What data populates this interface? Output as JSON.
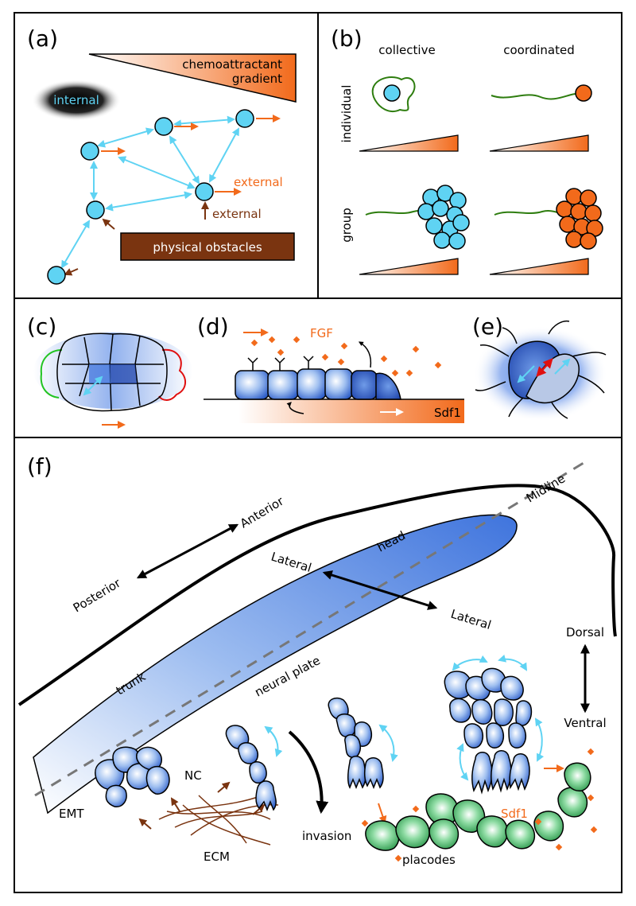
{
  "panels": {
    "a": {
      "label": "(a)",
      "gradient_label_1": "chemoattractant",
      "gradient_label_2": "gradient",
      "internal": "internal",
      "external_1": "external",
      "external_2": "external",
      "obstacles": "physical obstacles"
    },
    "b": {
      "label": "(b)",
      "col_collective": "collective",
      "col_coordinated": "coordinated",
      "row_individual": "individual",
      "row_group": "group"
    },
    "c": {
      "label": "(c)"
    },
    "d": {
      "label": "(d)",
      "fgf": "FGF",
      "sdf1": "Sdf1"
    },
    "e": {
      "label": "(e)"
    },
    "f": {
      "label": "(f)",
      "midline": "Midline",
      "anterior": "Anterior",
      "posterior": "Posterior",
      "head": "head",
      "lateral_left": "Lateral",
      "lateral_right": "Lateral",
      "dorsal": "Dorsal",
      "ventral": "Ventral",
      "trunk": "trunk",
      "neural_plate": "neural plate",
      "nc": "NC",
      "emt": "EMT",
      "ecm": "ECM",
      "invasion": "invasion",
      "placodes": "placodes",
      "sdf1": "Sdf1"
    }
  },
  "colors": {
    "cyan": "#5fd3f3",
    "orange": "#f26a1b",
    "brown": "#7a3410",
    "green": "#2e7d0f",
    "blue": "#3f74dd",
    "placode": "#3fae5f"
  }
}
